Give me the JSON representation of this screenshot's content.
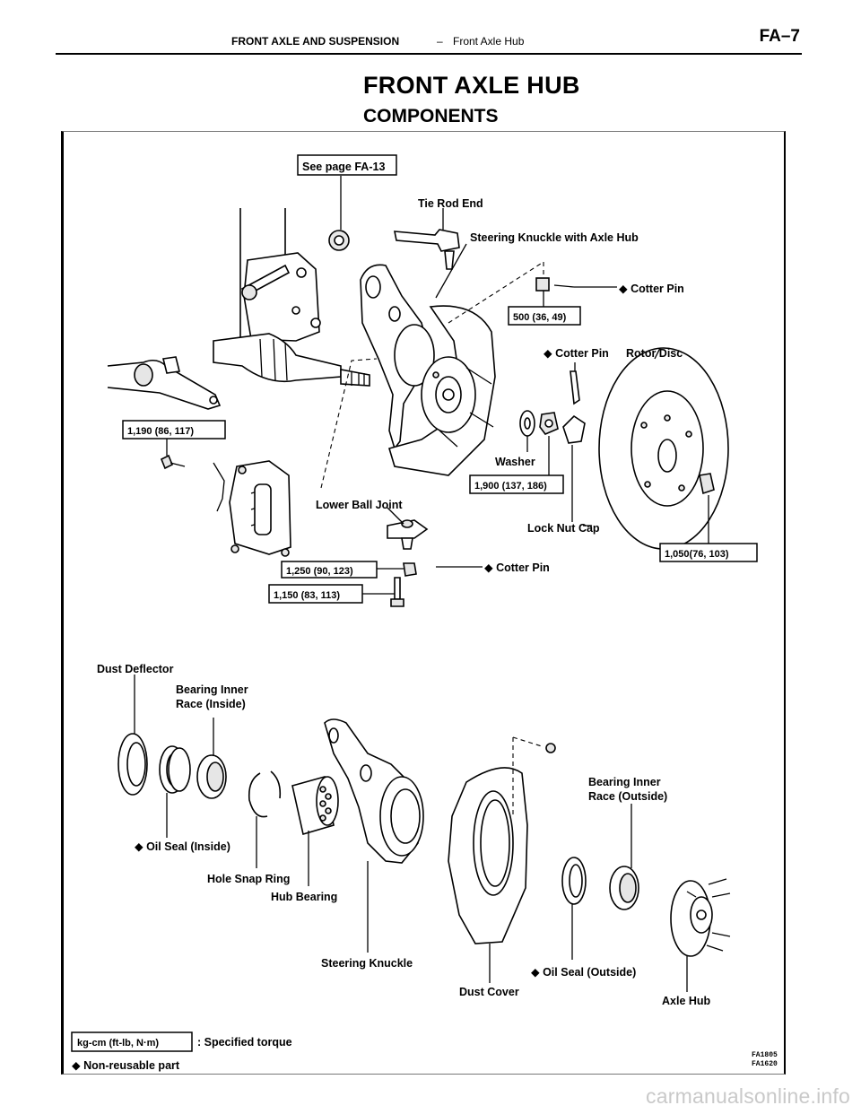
{
  "header": {
    "section": "FRONT AXLE AND SUSPENSION",
    "separator": "–",
    "subsection": "Front Axle Hub",
    "page_number": "FA–7"
  },
  "title": "FRONT AXLE HUB",
  "subtitle": "COMPONENTS",
  "labels": {
    "see_page": "See page FA-13",
    "tie_rod_end": "Tie Rod End",
    "steering_knuckle_with_axle_hub": "Steering Knuckle with Axle Hub",
    "cotter_pin_1": "◆ Cotter Pin",
    "torque_500": "500 (36, 49)",
    "cotter_pin_2": "◆ Cotter Pin",
    "rotor_disc": "Rotor Disc",
    "torque_1190": "1,190 (86, 117)",
    "washer": "Washer",
    "torque_1900": "1,900 (137, 186)",
    "lower_ball_joint": "Lower Ball Joint",
    "lock_nut_cap": "Lock Nut Cap",
    "torque_1050": "1,050(76, 103)",
    "torque_1250": "1,250 (90, 123)",
    "cotter_pin_3": "◆ Cotter Pin",
    "torque_1150": "1,150 (83, 113)",
    "dust_deflector": "Dust Deflector",
    "bearing_inner_race_inside_1": "Bearing Inner",
    "bearing_inner_race_inside_2": "Race (Inside)",
    "bearing_inner_race_outside_1": "Bearing Inner",
    "bearing_inner_race_outside_2": "Race (Outside)",
    "oil_seal_inside": "◆ Oil Seal (Inside)",
    "hole_snap_ring": "Hole Snap Ring",
    "hub_bearing": "Hub Bearing",
    "steering_knuckle": "Steering Knuckle",
    "oil_seal_outside": "◆ Oil Seal (Outside)",
    "dust_cover": "Dust Cover",
    "axle_hub": "Axle Hub"
  },
  "legend": {
    "unit_box": "kg-cm (ft-lb, N·m)",
    "unit_text": ": Specified torque",
    "non_reusable": "◆ Non-reusable part"
  },
  "figure_codes": [
    "FA1805",
    "FA1620"
  ],
  "watermark": "carmanualsonline.info"
}
